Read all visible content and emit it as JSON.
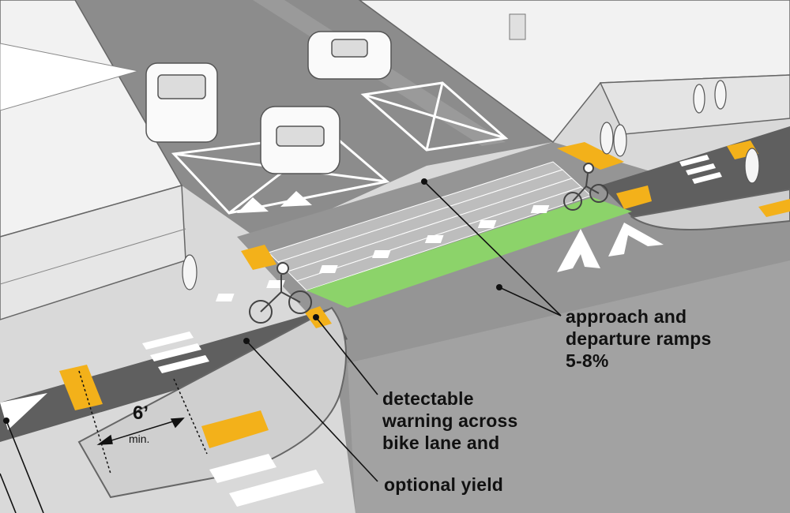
{
  "callouts": {
    "ramps": {
      "lines": [
        "approach and",
        "departure ramps",
        "5-8%"
      ]
    },
    "warning": {
      "lines": [
        "detectable",
        "warning across",
        "bike lane and"
      ]
    },
    "yield": {
      "lines": [
        "optional yield"
      ]
    }
  },
  "dimension": {
    "value": "6’",
    "note": "min."
  },
  "colors": {
    "road": "#8c8c8c",
    "road_near": "#a2a2a2",
    "sidewalk": "#d9d9d9",
    "building": "#f2f2f2",
    "bike_lane": "#5f5f5f",
    "crosswalk_bar": "#bdbdbd",
    "bike_crossing": "#8cd36a",
    "detectable_warning": "#f3b11a",
    "text": "#111111"
  }
}
